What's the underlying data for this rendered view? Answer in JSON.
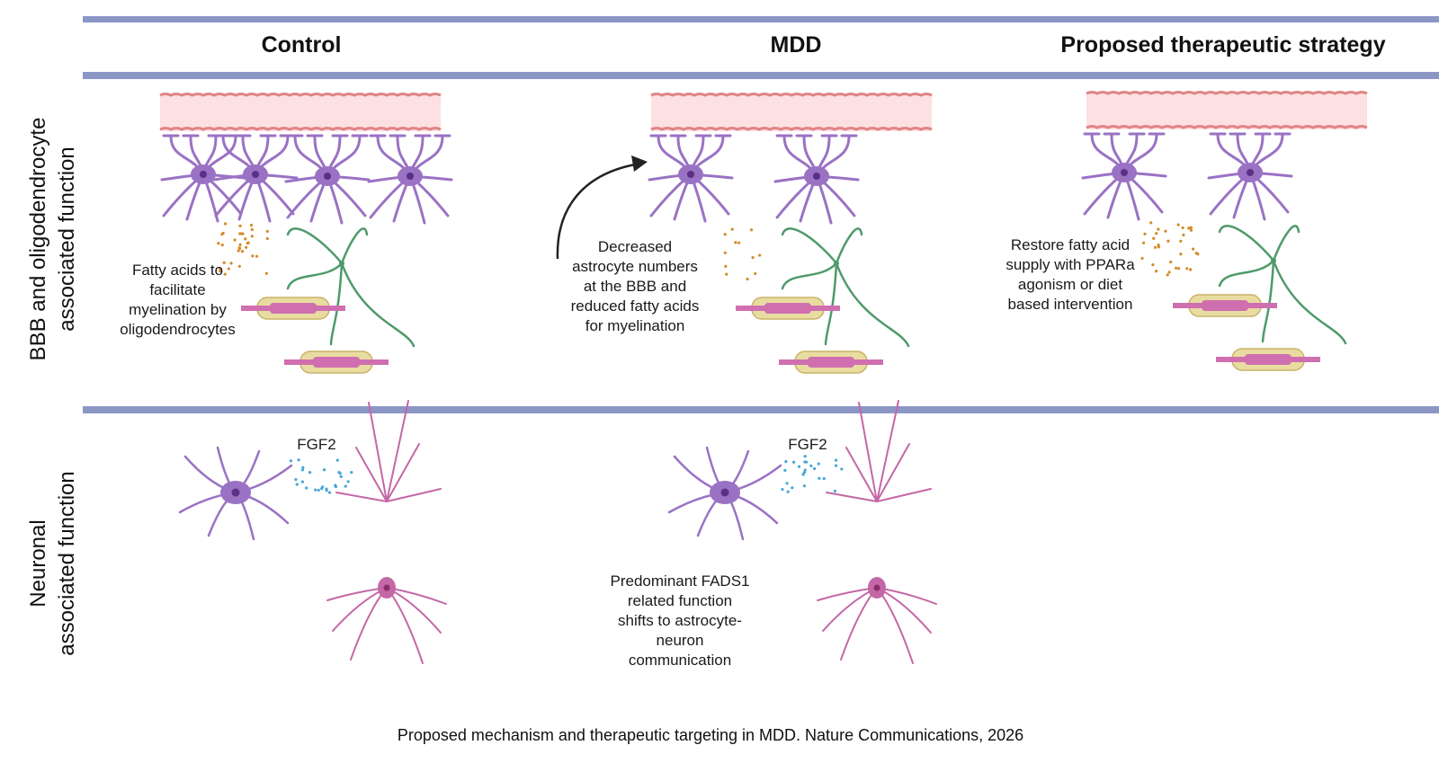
{
  "columns": {
    "control": "Control",
    "mdd": "MDD",
    "therapy": "Proposed therapeutic strategy"
  },
  "rows": {
    "bbb": "BBB and oligodendrocyte\nassociated function",
    "neuronal": "Neuronal\nassociated function"
  },
  "annotations": {
    "control_fatty": "Fatty acids to\nfacilitate\nmyelination by\noligodendrocytes",
    "mdd_decreased": "Decreased\nastrocyte numbers\nat the BBB and\nreduced fatty acids\nfor myelination",
    "therapy_restore": "Restore fatty acid\nsupply with PPARa\nagonism or diet\nbased intervention",
    "fgf2_control": "FGF2",
    "fgf2_mdd": "FGF2",
    "mdd_fads1": "Predominant FADS1\nrelated function\nshifts to astrocyte-\nneuron\ncommunication"
  },
  "caption": "Proposed mechanism and therapeutic targeting in MDD. Nature Communications, 2026",
  "colors": {
    "divider": "#8b96c5",
    "vessel_fill": "#fde0e1",
    "vessel_edge": "#e08487",
    "astrocyte": "#9a72c4",
    "astro_nucleus": "#5a2f86",
    "oligo": "#4f9a6a",
    "myelin": "#e8dca0",
    "axon": "#cf6fb0",
    "neuron": "#c467a6",
    "fatty_dots": "#d48a2a",
    "fgf_dots": "#47a6d8"
  }
}
